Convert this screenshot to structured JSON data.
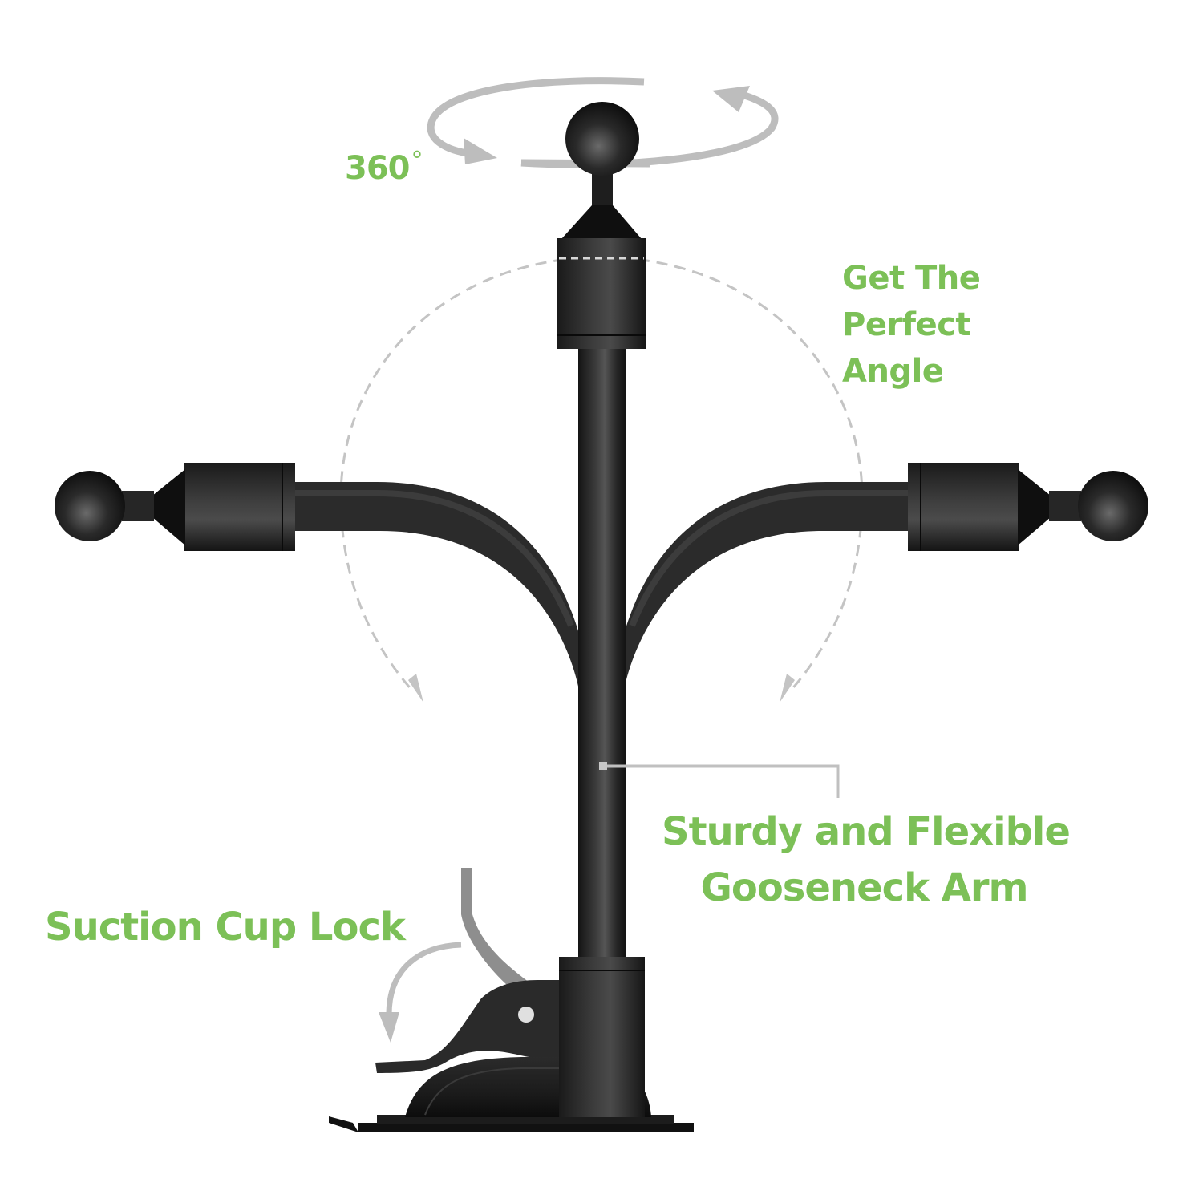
{
  "figure": {
    "type": "product-feature-diagram",
    "subject": "gooseneck car phone mount with suction cup base",
    "accent_color": "#7cc057",
    "arrow_color": "#bdbdbd",
    "product_color": "#1e1e1e"
  },
  "labels": {
    "rotation": {
      "value": "360",
      "unit": "°"
    },
    "angle": {
      "lines": [
        "Get The",
        "Perfect",
        "Angle"
      ]
    },
    "gooseneck": {
      "lines": [
        "Sturdy and Flexible",
        "Gooseneck Arm"
      ]
    },
    "suction": {
      "text": "Suction Cup Lock"
    }
  },
  "icons": {
    "rotation_arrow": "rotate-360-icon",
    "angle_arc": "dashed-arc-arrows-icon",
    "lever_arrow": "curved-down-arrow-icon",
    "callout": "callout-line"
  }
}
